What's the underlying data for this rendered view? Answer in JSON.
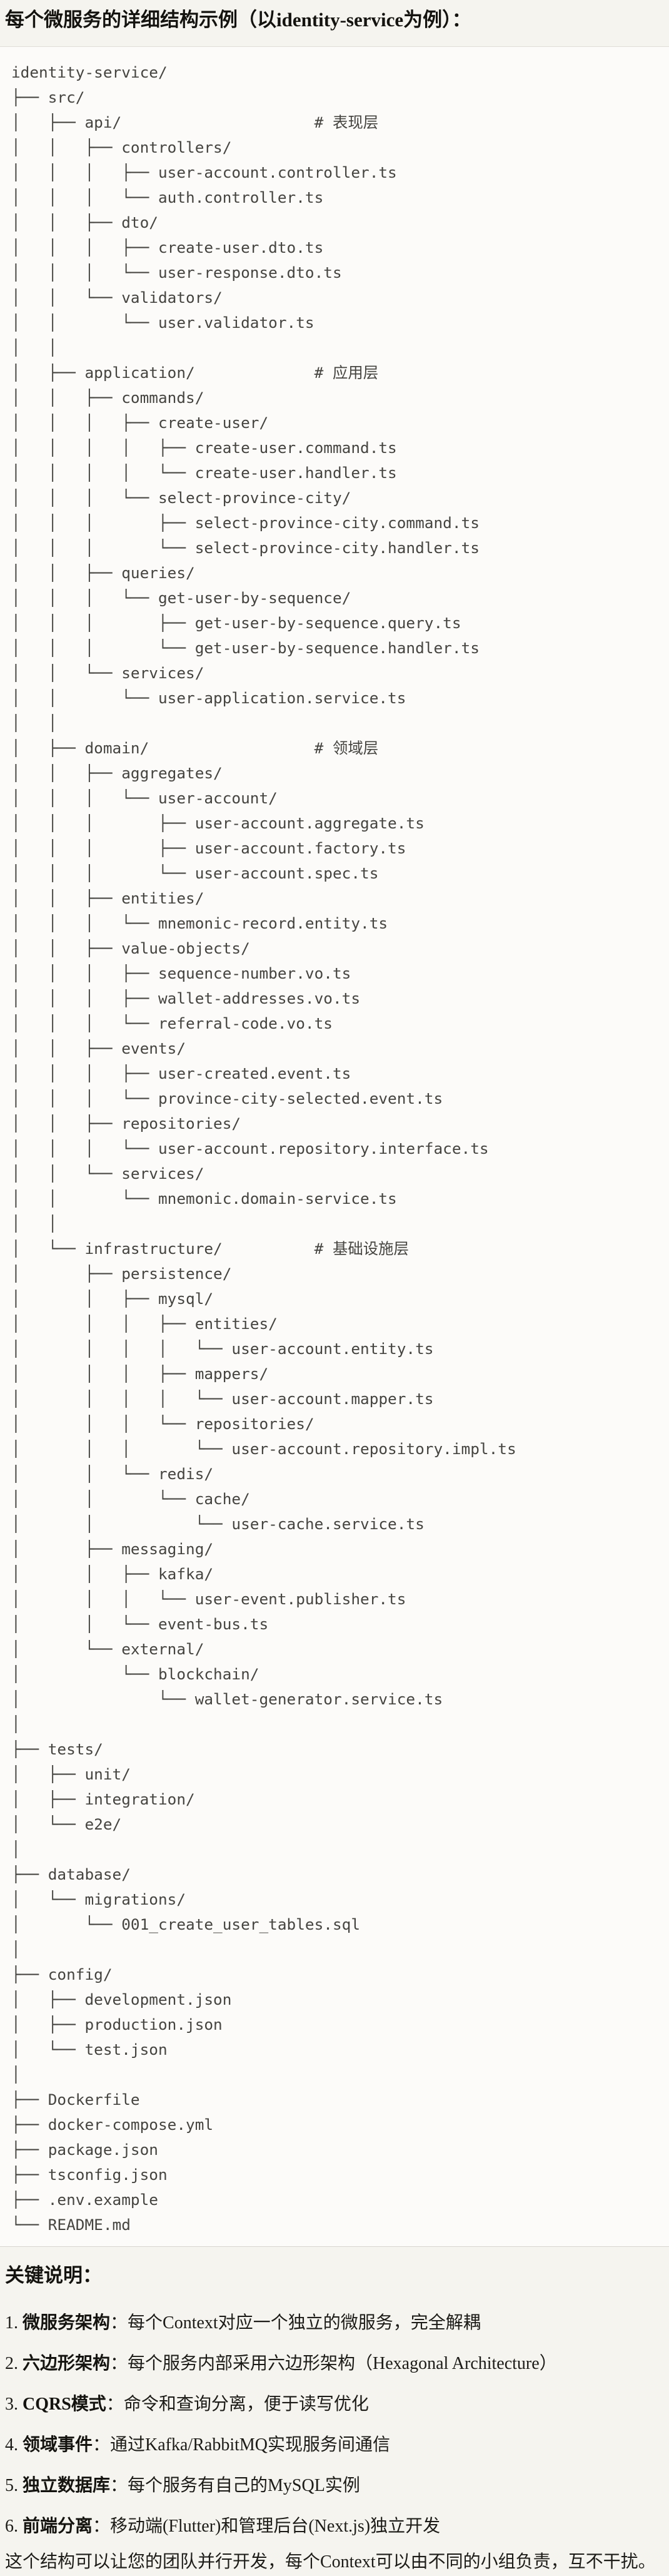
{
  "title": "每个微服务的详细结构示例（以identity-service为例）：",
  "tree": {
    "language": "text",
    "lines": [
      "identity-service/",
      "├── src/",
      "│   ├── api/                     # 表现层",
      "│   │   ├── controllers/",
      "│   │   │   ├── user-account.controller.ts",
      "│   │   │   └── auth.controller.ts",
      "│   │   ├── dto/",
      "│   │   │   ├── create-user.dto.ts",
      "│   │   │   └── user-response.dto.ts",
      "│   │   └── validators/",
      "│   │       └── user.validator.ts",
      "│   │",
      "│   ├── application/             # 应用层",
      "│   │   ├── commands/",
      "│   │   │   ├── create-user/",
      "│   │   │   │   ├── create-user.command.ts",
      "│   │   │   │   └── create-user.handler.ts",
      "│   │   │   └── select-province-city/",
      "│   │   │       ├── select-province-city.command.ts",
      "│   │   │       └── select-province-city.handler.ts",
      "│   │   ├── queries/",
      "│   │   │   └── get-user-by-sequence/",
      "│   │   │       ├── get-user-by-sequence.query.ts",
      "│   │   │       └── get-user-by-sequence.handler.ts",
      "│   │   └── services/",
      "│   │       └── user-application.service.ts",
      "│   │",
      "│   ├── domain/                  # 领域层",
      "│   │   ├── aggregates/",
      "│   │   │   └── user-account/",
      "│   │   │       ├── user-account.aggregate.ts",
      "│   │   │       ├── user-account.factory.ts",
      "│   │   │       └── user-account.spec.ts",
      "│   │   ├── entities/",
      "│   │   │   └── mnemonic-record.entity.ts",
      "│   │   ├── value-objects/",
      "│   │   │   ├── sequence-number.vo.ts",
      "│   │   │   ├── wallet-addresses.vo.ts",
      "│   │   │   └── referral-code.vo.ts",
      "│   │   ├── events/",
      "│   │   │   ├── user-created.event.ts",
      "│   │   │   └── province-city-selected.event.ts",
      "│   │   ├── repositories/",
      "│   │   │   └── user-account.repository.interface.ts",
      "│   │   └── services/",
      "│   │       └── mnemonic.domain-service.ts",
      "│   │",
      "│   └── infrastructure/          # 基础设施层",
      "│       ├── persistence/",
      "│       │   ├── mysql/",
      "│       │   │   ├── entities/",
      "│       │   │   │   └── user-account.entity.ts",
      "│       │   │   ├── mappers/",
      "│       │   │   │   └── user-account.mapper.ts",
      "│       │   │   └── repositories/",
      "│       │   │       └── user-account.repository.impl.ts",
      "│       │   └── redis/",
      "│       │       └── cache/",
      "│       │           └── user-cache.service.ts",
      "│       ├── messaging/",
      "│       │   ├── kafka/",
      "│       │   │   └── user-event.publisher.ts",
      "│       │   └── event-bus.ts",
      "│       └── external/",
      "│           └── blockchain/",
      "│               └── wallet-generator.service.ts",
      "│",
      "├── tests/",
      "│   ├── unit/",
      "│   ├── integration/",
      "│   └── e2e/",
      "│",
      "├── database/",
      "│   └── migrations/",
      "│       └── 001_create_user_tables.sql",
      "│",
      "├── config/",
      "│   ├── development.json",
      "│   ├── production.json",
      "│   └── test.json",
      "│",
      "├── Dockerfile",
      "├── docker-compose.yml",
      "├── package.json",
      "├── tsconfig.json",
      "├── .env.example",
      "└── README.md"
    ]
  },
  "notes": {
    "heading": "关键说明：",
    "colon": "：",
    "items": [
      {
        "num": "1.",
        "label": "微服务架构",
        "text": "每个Context对应一个独立的微服务，完全解耦"
      },
      {
        "num": "2.",
        "label": "六边形架构",
        "text": "每个服务内部采用六边形架构（Hexagonal Architecture）"
      },
      {
        "num": "3.",
        "label": "CQRS模式",
        "text": "命令和查询分离，便于读写优化"
      },
      {
        "num": "4.",
        "label": "领域事件",
        "text": "通过Kafka/RabbitMQ实现服务间通信"
      },
      {
        "num": "5.",
        "label": "独立数据库",
        "text": "每个服务有自己的MySQL实例"
      },
      {
        "num": "6.",
        "label": "前端分离",
        "text": "移动端(Flutter)和管理后台(Next.js)独立开发"
      }
    ],
    "footer": "这个结构可以让您的团队并行开发，每个Context可以由不同的小组负责，互不干扰。"
  },
  "colors": {
    "page_background": "#f5f4ef",
    "code_background": "#fcfbf9",
    "code_border": "#dcdad4",
    "code_text": "#454440",
    "body_text": "#1c1b17"
  }
}
